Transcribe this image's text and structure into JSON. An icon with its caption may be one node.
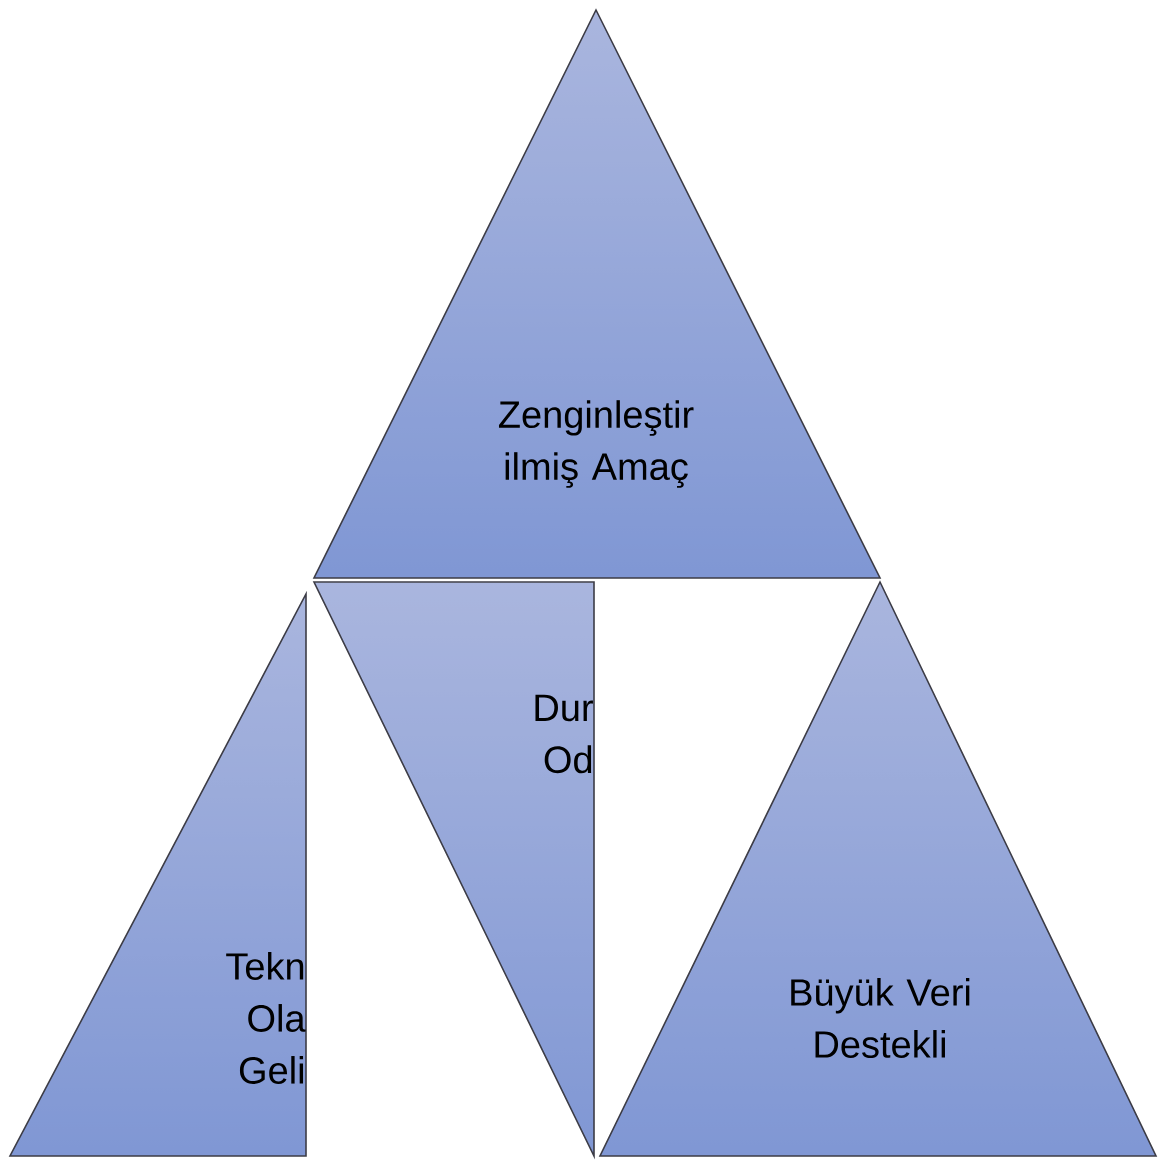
{
  "diagram": {
    "nodes": [
      {
        "text": [
          "Zenginleştir ilmiş Amaç"
        ]
      },
      {
        "text": [
          "Tekn Ola Geli"
        ]
      },
      {
        "text": [
          "Dur Od"
        ]
      },
      {
        "text": [
          "Büyük Veri Destekli"
        ]
      }
    ]
  }
}
